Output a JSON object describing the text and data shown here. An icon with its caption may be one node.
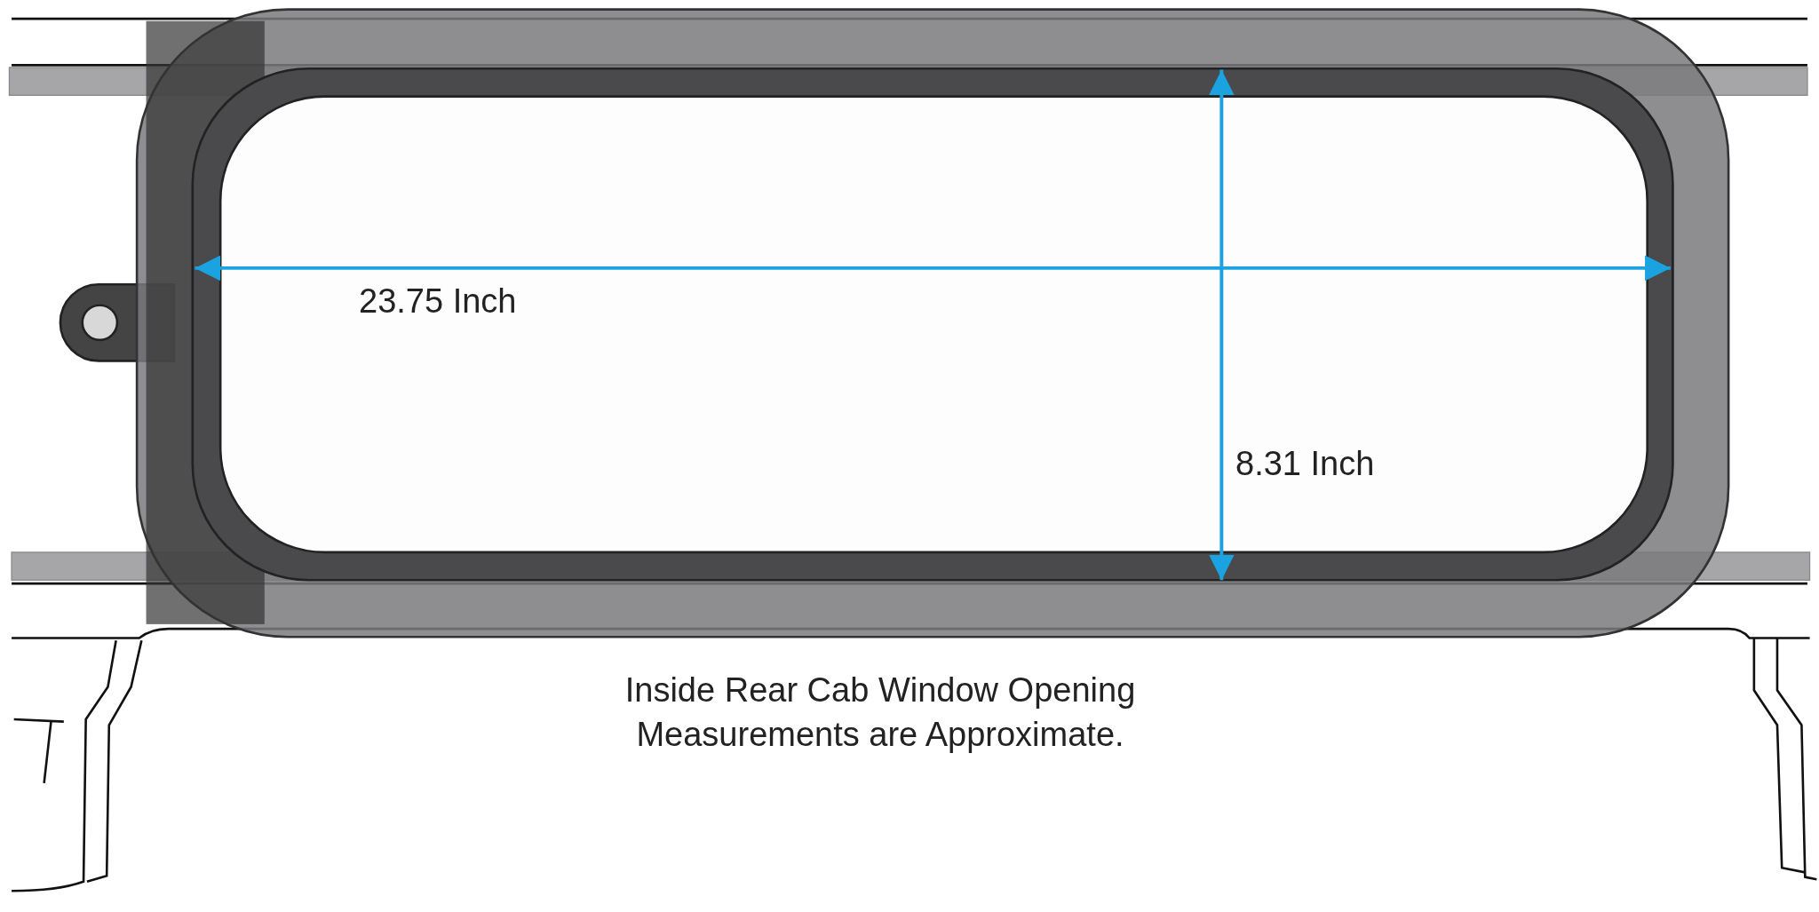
{
  "diagram": {
    "caption": "Inside Rear Cab Window Opening Measurements are Approximate.",
    "labels": [
      "23.75 Inch",
      "8.31 Inch"
    ]
  }
}
